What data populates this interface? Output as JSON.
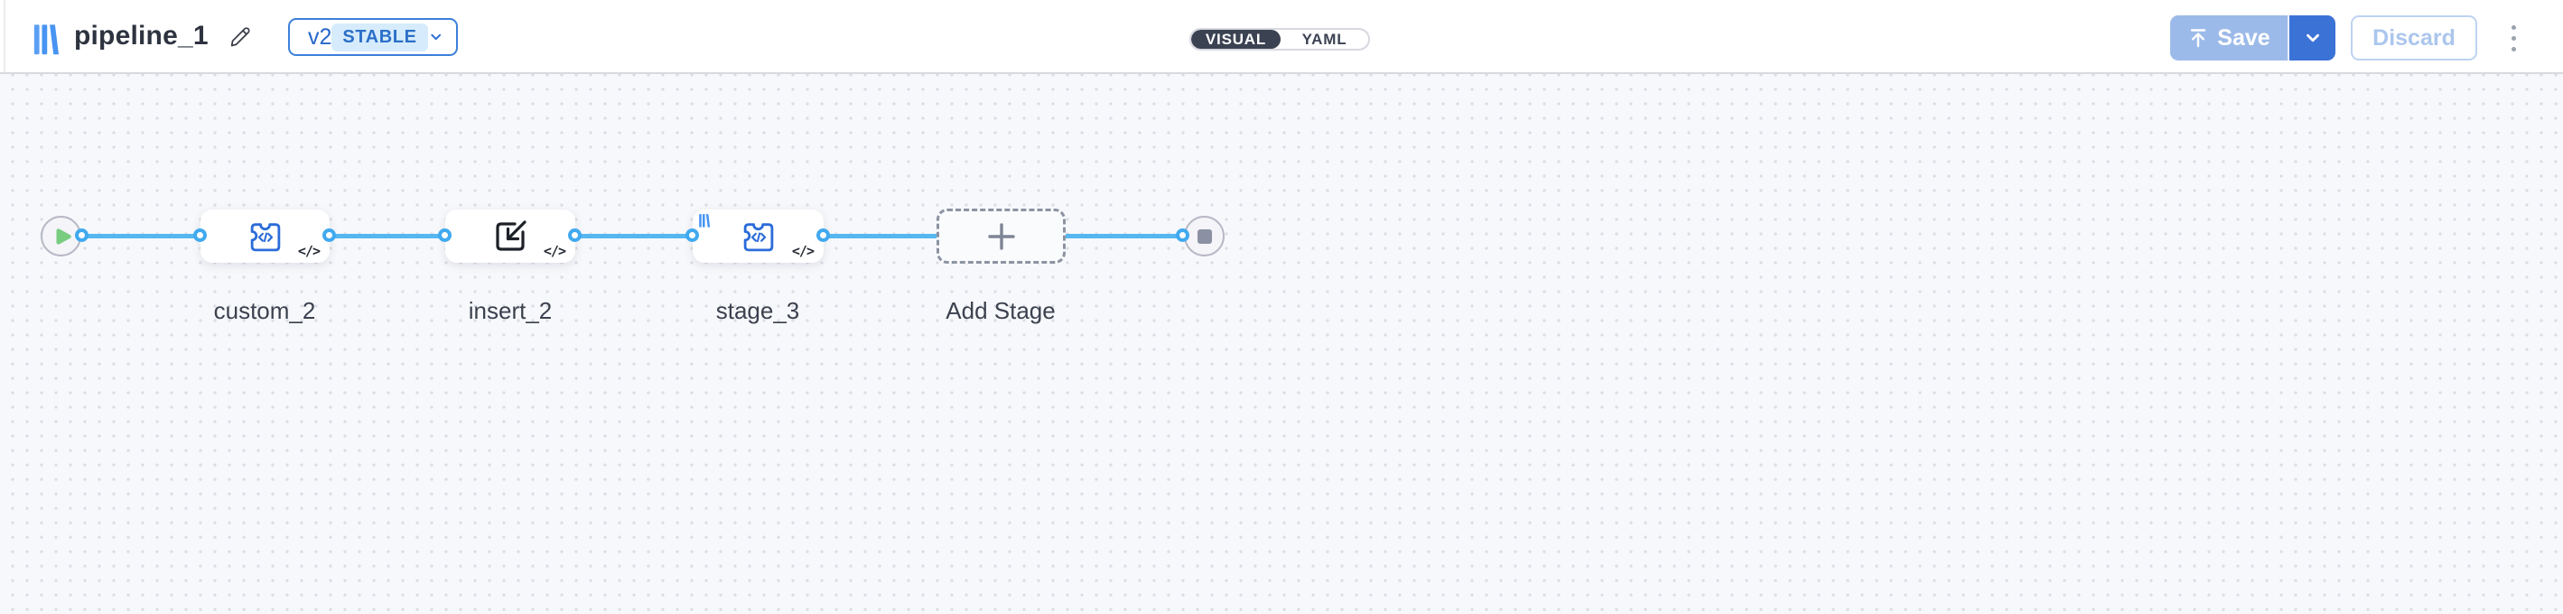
{
  "header": {
    "title": "pipeline_1",
    "version": {
      "label": "v2",
      "badge": "STABLE"
    },
    "view_toggle": {
      "options": [
        "VISUAL",
        "YAML"
      ],
      "selected": "VISUAL"
    },
    "actions": {
      "save_label": "Save",
      "discard_label": "Discard"
    }
  },
  "pipeline": {
    "start": {
      "icon": "play-icon"
    },
    "stages": [
      {
        "label": "custom_2",
        "icon": "puzzle-code-icon"
      },
      {
        "label": "insert_2",
        "icon": "import-icon"
      },
      {
        "label": "stage_3",
        "icon": "puzzle-code-icon",
        "badge_icon": "brand-badge-icon"
      }
    ],
    "add_stage": {
      "label": "Add Stage",
      "icon": "plus-icon"
    },
    "end": {
      "icon": "stop-icon"
    },
    "code_glyph": "</>"
  },
  "colors": {
    "brand_blue": "#4794f2",
    "accent_blue": "#3b72d6",
    "save_disabled_blue": "#9cbae9",
    "discard_text": "#abc6ed",
    "connection_blue": "#56b7f0",
    "port_ring_blue": "#40a9ef",
    "stage_icon_blue": "#2b6cd9",
    "toggle_dark": "#3b4252",
    "stable_badge_bg": "#d6ecfc",
    "stable_badge_text": "#2b6fc8",
    "canvas_bg": "#f7f8fb",
    "canvas_dot": "#dcdde4",
    "start_play_green": "#77cc80",
    "end_stop_gray": "#8c90a3",
    "label_text": "#3b414e"
  }
}
